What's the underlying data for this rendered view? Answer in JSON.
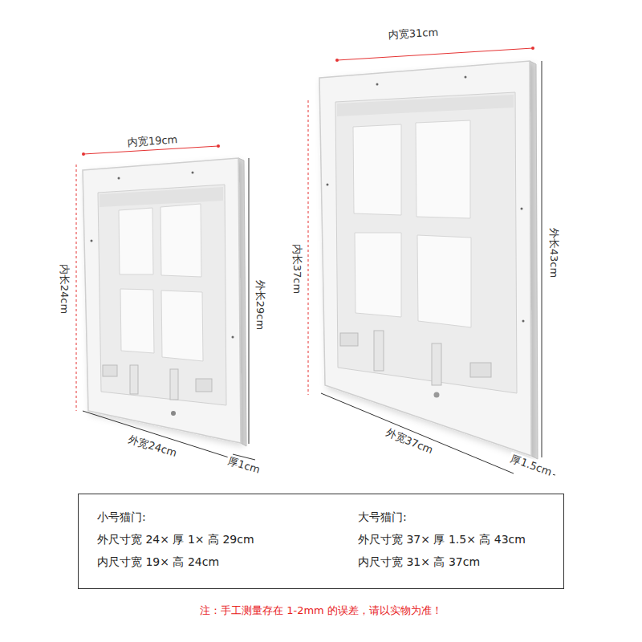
{
  "diagram": {
    "nodes": [
      {
        "text": [
          "小号猫门:",
          "外尺寸宽 24× 厚 1× 高 29cm",
          "内尺寸宽 19× 高 24cm",
          "大号猫门:",
          "外尺寸宽 37× 厚 1.5× 高 43cm",
          "内尺寸宽 31× 高 37cm"
        ]
      }
    ],
    "edges": [],
    "labels": [
      "内宽19cm",
      "内长24cm",
      "外长29cm",
      "外宽24cm",
      "厚1cm",
      "内宽31cm",
      "内长37cm",
      "外长43cm",
      "外宽37cm",
      "厚1.5cm",
      "注：手工测量存在 1-2mm 的误差，请以实物为准！"
    ]
  }
}
